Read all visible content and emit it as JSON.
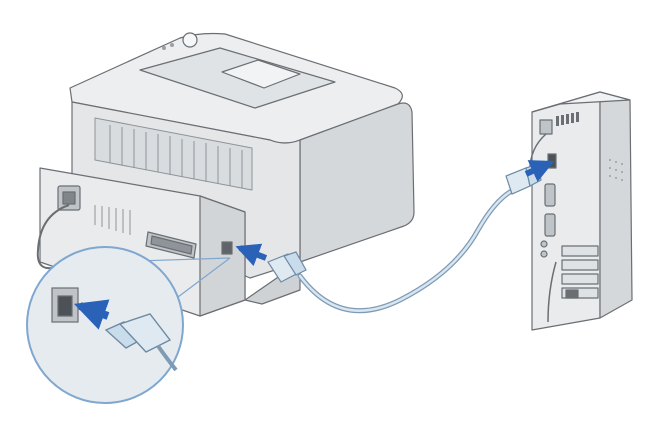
{
  "figure": {
    "subject": "printer-usb-connection",
    "colors": {
      "background": "#ffffff",
      "outline": "#6b6f73",
      "printer_body": "#e4e6e8",
      "printer_shade": "#d2d5d8",
      "printer_dark": "#9aa0a5",
      "cable": "#c9dcec",
      "cable_outline": "#7f9bb3",
      "arrow": "#2a62b8",
      "zoom_bg": "#e6ebf0",
      "zoom_ring": "#7fa7cf"
    },
    "icons": {
      "printer": "printer-rear-view",
      "computer": "tower-computer-rear",
      "usb_a_plug": "usb-a-plug",
      "usb_b_plug": "usb-b-plug",
      "usb_port": "usb-b-port",
      "parallel_port": "parallel-port",
      "power_socket": "power-socket",
      "direction_arrow": "insert-arrow"
    }
  }
}
